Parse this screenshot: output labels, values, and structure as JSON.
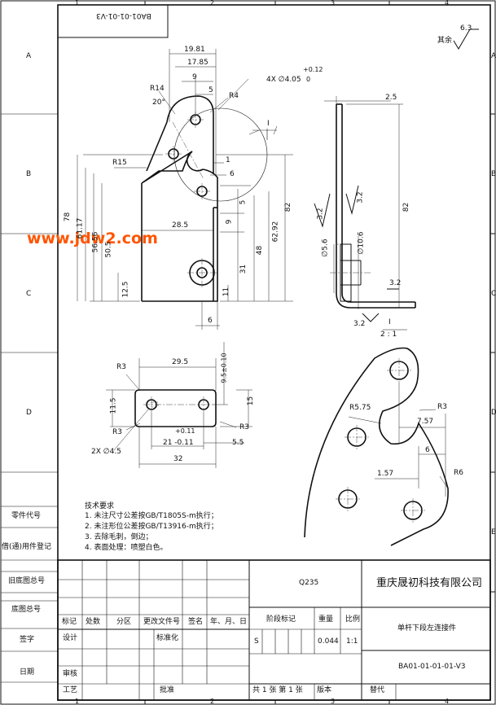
{
  "drawing": {
    "number_top": "BA01-01-01-V3",
    "roughness_note": "其余",
    "roughness_value": "6.3",
    "watermark": "www.jdw2.com",
    "grid_cols": [
      "1",
      "2",
      "3",
      "4"
    ],
    "grid_rows": [
      "A",
      "B",
      "C",
      "D",
      "E"
    ],
    "side_labels": [
      "零件代号",
      "借(通)用件登记",
      "旧底图总号",
      "底图总号",
      "签字",
      "日期"
    ]
  },
  "front_view": {
    "dims": [
      "19.81",
      "17.85",
      "9",
      "5",
      "R4",
      "R14",
      "20°",
      "4X ∅4.05",
      "+0.12",
      "0",
      "R15",
      "1",
      "6",
      "78",
      "61.17",
      "56.56",
      "50.5",
      "28.5",
      "12.5",
      "31",
      "11",
      "48",
      "62.92",
      "82",
      "9",
      "5",
      "6"
    ]
  },
  "side_view": {
    "dims": [
      "2.5",
      "82",
      "3.2",
      "3.2",
      "∅5.6",
      "∅10.6",
      "3.2",
      "3.2"
    ],
    "section_label": "I",
    "scale_note": "2 : 1"
  },
  "bottom_view": {
    "dims": [
      "29.5",
      "R3",
      "9.5±0.10",
      "11.5",
      "15",
      "R3",
      "R3",
      "+0.11",
      "21 -0.11",
      "5.5",
      "2X ∅4.5",
      "32"
    ]
  },
  "detail_view": {
    "dims": [
      "R5.75",
      "R3",
      "7.57",
      "6",
      "1.57",
      "R6"
    ]
  },
  "tech_notes": {
    "title": "技术要求",
    "items": [
      "1. 未注尺寸公差按GB/T1805S-m执行；",
      "2. 未注形位公差按GB/T13916-m执行；",
      "3. 去除毛刺，倒边；",
      "4. 表面处理：喷塑白色。"
    ]
  },
  "title_block": {
    "material": "Q235",
    "company": "重庆晟初科技有限公司",
    "part_name": "单杆下段左连接件",
    "drawing_no": "BA01-01-01-01-V3",
    "rev_headers": [
      "标记",
      "处数",
      "分区",
      "更改文件号",
      "签名",
      "年、月、日"
    ],
    "stage_header": "阶段标记",
    "weight_header": "重量",
    "scale_header": "比例",
    "stage": "S",
    "weight": "0.044",
    "scale": "1:1",
    "sign_rows": [
      "设计",
      "审核",
      "工艺"
    ],
    "std_label": "标准化",
    "approve_label": "批准",
    "sheets": "共 1 张  第 1 张",
    "version_label": "版本",
    "replace_label": "替代"
  }
}
